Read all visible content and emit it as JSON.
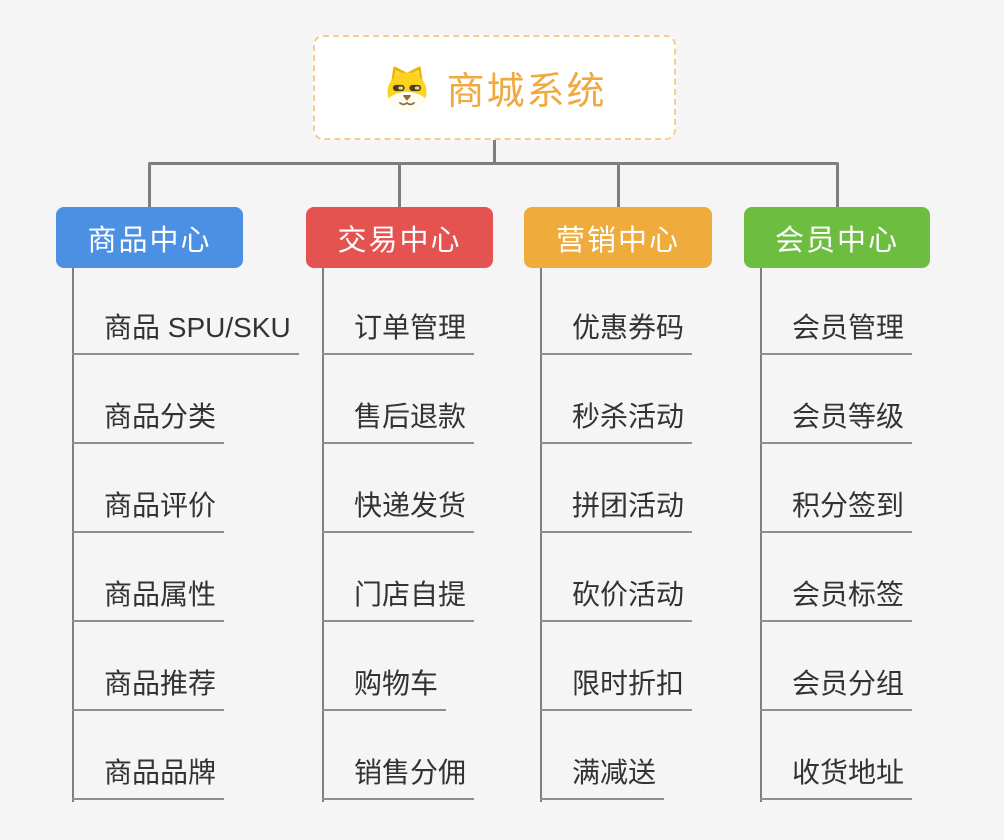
{
  "root": {
    "label": "商城系统",
    "text_color": "#efa93f",
    "border_color": "#f5cd92",
    "icon": "doge-icon"
  },
  "branches": [
    {
      "label": "商品中心",
      "color": "#4b90e2",
      "children": [
        "商品 SPU/SKU",
        "商品分类",
        "商品评价",
        "商品属性",
        "商品推荐",
        "商品品牌"
      ]
    },
    {
      "label": "交易中心",
      "color": "#e4534f",
      "children": [
        "订单管理",
        "售后退款",
        "快递发货",
        "门店自提",
        "购物车",
        "销售分佣"
      ]
    },
    {
      "label": "营销中心",
      "color": "#efac3d",
      "children": [
        "优惠券码",
        "秒杀活动",
        "拼团活动",
        "砍价活动",
        "限时折扣",
        "满减送"
      ]
    },
    {
      "label": "会员中心",
      "color": "#6dbe40",
      "children": [
        "会员管理",
        "会员等级",
        "积分签到",
        "会员标签",
        "会员分组",
        "收货地址"
      ]
    }
  ],
  "connector_color": "#7e7e7e",
  "background_color": "#f5f5f5"
}
